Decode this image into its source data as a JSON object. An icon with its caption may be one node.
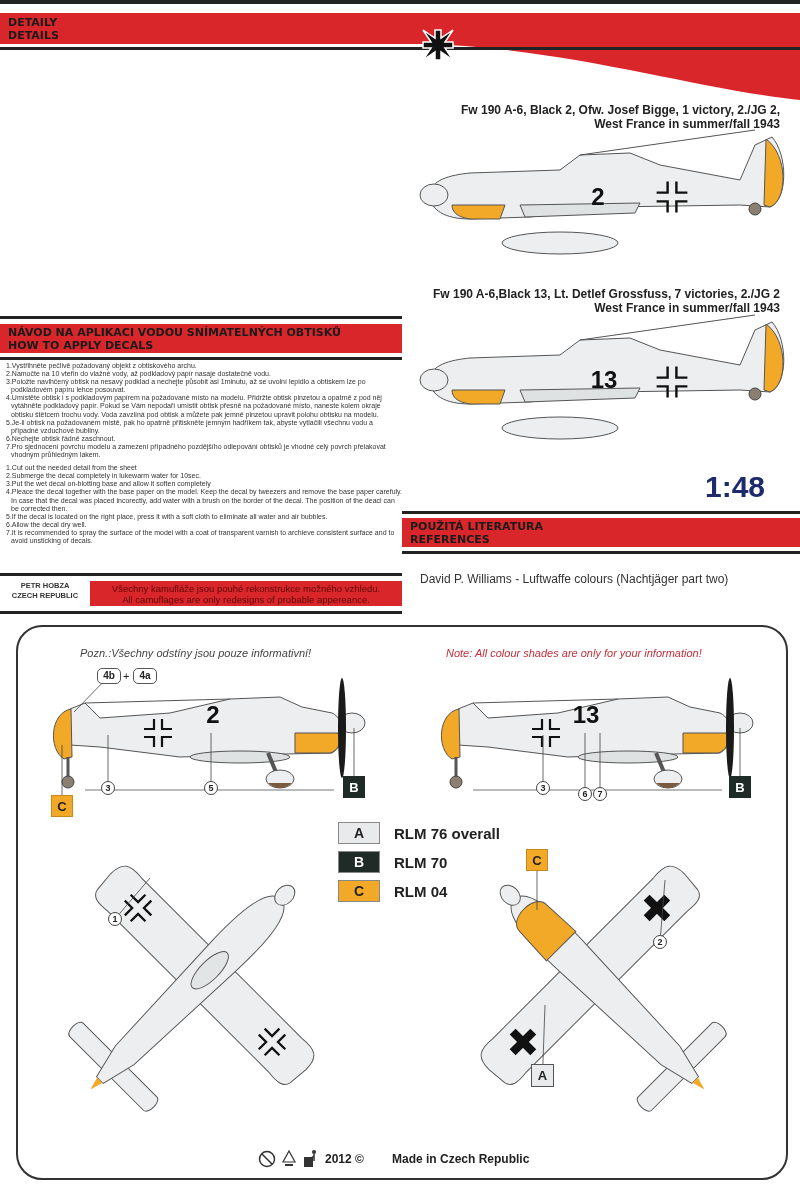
{
  "diagram": {
    "nodes": [
      {
        "text": [
          "4b"
        ]
      },
      {
        "text": [
          "4a"
        ]
      },
      {
        "text": [
          "C"
        ]
      },
      {
        "text": [
          "3"
        ]
      },
      {
        "text": [
          "5"
        ]
      },
      {
        "text": [
          "B"
        ]
      },
      {
        "text": [
          "3"
        ]
      },
      {
        "text": [
          "6"
        ]
      },
      {
        "text": [
          "7"
        ]
      },
      {
        "text": [
          "B"
        ]
      },
      {
        "text": [
          "1"
        ]
      },
      {
        "text": [
          "C"
        ]
      },
      {
        "text": [
          "2"
        ]
      },
      {
        "text": [
          "A"
        ]
      },
      {
        "text": [
          "DETAILY",
          "DETAILS"
        ]
      },
      {
        "text": [
          "NÁVOD NA APLIKACI VODOU SNÍMATELNÝCH OBTISKŮ",
          "HOW TO APPLY DECALS"
        ]
      },
      {
        "text": [
          "POUŽITÁ LITERATURA",
          "REFERENCES"
        ]
      },
      {
        "text": [
          "Všechny kamufláže jsou pouhé rekonstrukce možného vzhledu.",
          "All camuflages are only redesigns of probable appereance."
        ]
      }
    ],
    "edges": [
      {
        "from": 0,
        "to": null,
        "arrow": "none"
      },
      {
        "from": 2,
        "to": null,
        "arrow": "none"
      },
      {
        "from": 3,
        "to": null,
        "arrow": "none"
      },
      {
        "from": 4,
        "to": null,
        "arrow": "none"
      },
      {
        "from": 5,
        "to": null,
        "arrow": "none"
      },
      {
        "from": 6,
        "to": null,
        "arrow": "none"
      },
      {
        "from": 7,
        "to": null,
        "arrow": "none"
      },
      {
        "from": 8,
        "to": null,
        "arrow": "none"
      },
      {
        "from": 9,
        "to": null,
        "arrow": "none"
      },
      {
        "from": 10,
        "to": null,
        "arrow": "none"
      },
      {
        "from": 11,
        "to": null,
        "arrow": "none"
      },
      {
        "from": 12,
        "to": null,
        "arrow": "none"
      },
      {
        "from": 13,
        "to": null,
        "arrow": "none"
      }
    ],
    "labels": [
      "Fw 190 A-6, Black 2, Ofw. Josef Bigge, 1 victory, 2./JG 2,",
      "West France in summer/fall 1943",
      "2",
      "Fw 190 A-6,Black 13, Lt. Detlef Grossfuss, 7 victories, 2./JG 2",
      "West France in summer/fall 1943",
      "13",
      "1.Vystřihněte pečlivě požadovaný objekt z obtiskového archu.",
      "2.Namočte na 10 vteřin do vlažné vody, až podkladový papír nasaje dostatečně vodu.",
      "3.Položte navlhčený obtisk na nesavý podklad a nechejte působit asi 1minutu, až se uvolní lepidlo a obtiskem lze po podkladovém papíru lehce posouvat.",
      "4.Umístěte obtisk i s podkladovým papírem na požadované místo na modelu. Přidržte obtisk pinzetou a opatrně z pod něj vytáhněte podkladový papír. Pokud se Vám nepodaří umístit obtisk přesně na požadované místo, naneste kolem okraje obtisku štětcem trochu vody. Voda zavzlíná pod obtisk a můžete pak jemně pinzetou upravit polohu obtisku na modelu.",
      "5.Je-li obtisk na požadovaném místě, pak ho opatrně přitiskněte jemným hadříkem tak, abyste vytlačili všechnu vodu a případné vzduchové bubliny.",
      "6.Nechejte obtisk řádně zaschnout.",
      "7.Pro sjednocení povrchu modelu a zamezení případného pozdějšího odlepování obtisků je vhodné celý povrch přelakovat vhodným průhledným lakem.",
      "1.Cut out the needed detail from the sheet",
      "2.Submerge the decal completely in lukewarm water for 10sec.",
      "3.Put the wet decal on-blotting base and allow it soften completely",
      "4.Pleace the decal together with the base paper on the model. Keep the decal by tweezers and remove the base paper carefuly. In case that the decal was placed incorectly, add water with a brush on the border of the decal. The position of the deacl can be corrected then.",
      "5.If the decal is located on the right place, press it with a soft cloth to eliminate all water and air bubbles.",
      "6.Allow the decal dry well.",
      "7.It is recommended to spray the surface of the model with a coat of transparent varnish to archieve consistent surface and to avoid unsticking of decals.",
      "1:48",
      "David P. Williams - Luftwaffe colours (Nachtjäger part two)",
      "PETR HOBZA",
      "CZECH REPUBLIC",
      "Pozn.:Všechny odstíny jsou pouze informativní!",
      "Note: All colour shades are only for your information!",
      "+",
      "2",
      "13",
      "A",
      "B",
      "C",
      "2012 ©",
      "Made in Czech Republic"
    ],
    "legend": [
      {
        "text": "RLM 76 overall",
        "color": "#e8eaeb"
      },
      {
        "text": "RLM 70",
        "color": "#1f2b27"
      },
      {
        "text": "RLM 04",
        "color": "#f2a928"
      }
    ]
  }
}
